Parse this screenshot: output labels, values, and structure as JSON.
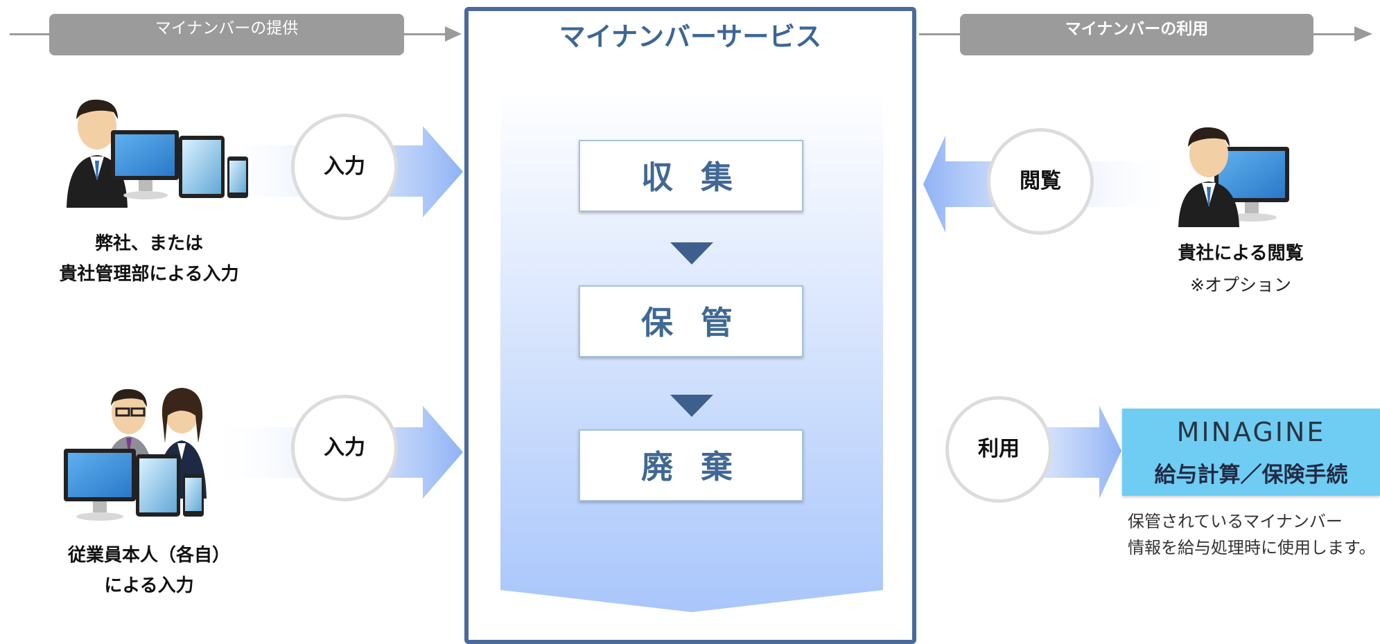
{
  "header_left": {
    "label": "マイナンバーの提供"
  },
  "header_right": {
    "label": "マイナンバーの利用"
  },
  "center": {
    "title": "マイナンバーサービス",
    "steps": [
      "収 集",
      "保 管",
      "廃 棄"
    ]
  },
  "left_top": {
    "action": "入力",
    "caption_line1": "弊社、または",
    "caption_line2": "貴社管理部による入力"
  },
  "left_bottom": {
    "action": "入力",
    "caption_line1": "従業員本人（各自）",
    "caption_line2": "による入力"
  },
  "right_top": {
    "action": "閲覧",
    "caption": "貴社による閲覧",
    "note": "※オプション"
  },
  "right_bottom": {
    "action": "利用",
    "product_logo": "MINAGINE",
    "product_name": "給与計算／保険手続",
    "description_line1": "保管されているマイナンバー",
    "description_line2": "情報を給与処理時に使用します。"
  },
  "colors": {
    "frame": "#4a6a9c",
    "title": "#3d6597",
    "arrow_blue": "#8fb2f5",
    "header_gray": "#9b9b9b",
    "product_bg": "#6fcdf3"
  },
  "icons": [
    "person-icon",
    "monitor-icon",
    "tablet-icon",
    "smartphone-icon"
  ]
}
